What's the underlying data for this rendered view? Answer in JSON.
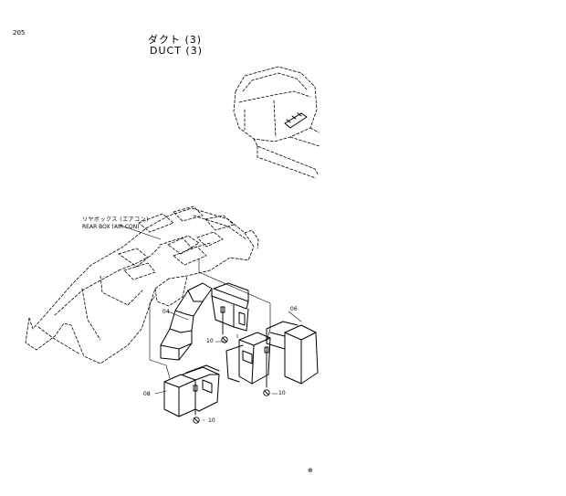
{
  "page": {
    "number": "205"
  },
  "title": {
    "japanese": "ダクト (3)",
    "english": "DUCT  (3)"
  },
  "callout": {
    "japanese": "リヤボックス (エアコン)",
    "english": "REAR BOX (AIR-CON)"
  },
  "parts": [
    {
      "id": "04"
    },
    {
      "id": "06"
    },
    {
      "id": "08"
    },
    {
      "id": "10"
    },
    {
      "id": "10"
    },
    {
      "id": "10"
    }
  ],
  "footer": {
    "mark": "⊕"
  }
}
